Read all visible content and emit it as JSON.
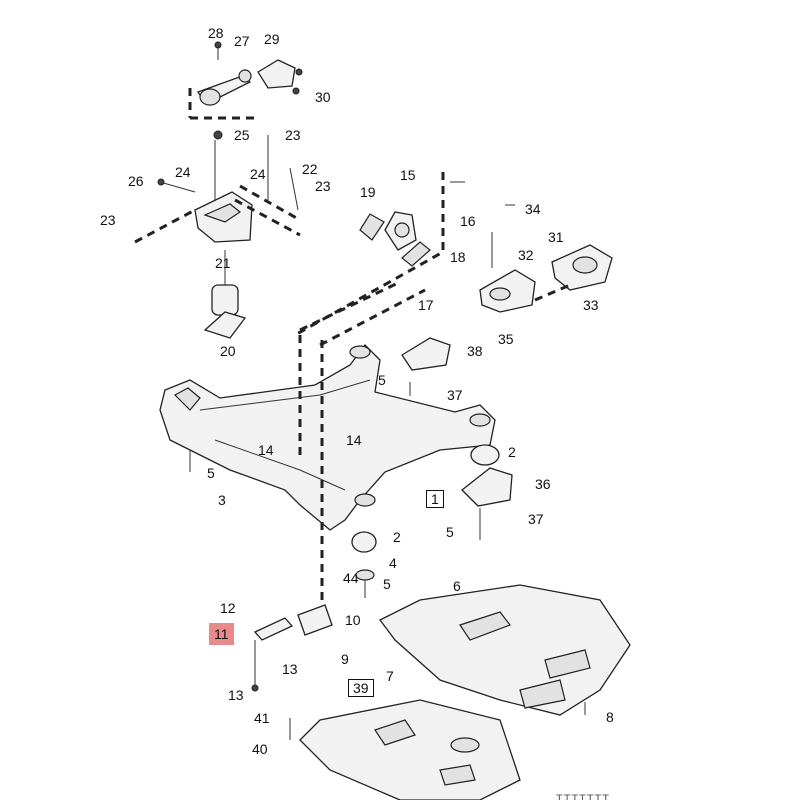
{
  "callouts": {
    "c2a": "2",
    "c2b": "2",
    "c3": "3",
    "c4": "4",
    "c5a": "5",
    "c5b": "5",
    "c5c": "5",
    "c5d": "5",
    "c6": "6",
    "c7": "7",
    "c8": "8",
    "c9": "9",
    "c10": "10",
    "c11": "11",
    "c12": "12",
    "c13a": "13",
    "c13b": "13",
    "c14a": "14",
    "c14b": "14",
    "c15": "15",
    "c16": "16",
    "c17": "17",
    "c18": "18",
    "c19": "19",
    "c20": "20",
    "c21": "21",
    "c22": "22",
    "c23a": "23",
    "c23b": "23",
    "c23c": "23",
    "c24a": "24",
    "c24b": "24",
    "c25": "25",
    "c26": "26",
    "c27": "27",
    "c28": "28",
    "c29": "29",
    "c30": "30",
    "c31": "31",
    "c32": "32",
    "c33": "33",
    "c34": "34",
    "c35": "35",
    "c36": "36",
    "c37a": "37",
    "c37b": "37",
    "c38": "38",
    "c40": "40",
    "c41": "41",
    "c44": "44"
  },
  "group_boxes": {
    "box1": "1",
    "box39": "39"
  },
  "highlight": {
    "label": "11",
    "color": "#e88a8a"
  },
  "footer": {
    "partial": "TTTTTTT"
  }
}
